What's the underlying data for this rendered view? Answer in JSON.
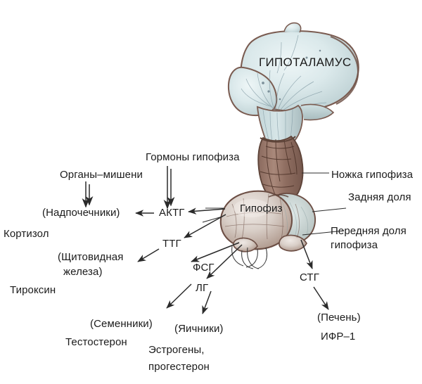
{
  "diagram": {
    "title_label": "ГИПОТАЛАМУС",
    "pituitary_label": "Гипофиз",
    "labels": {
      "pituitary_hormones": "Гормоны гипофиза",
      "target_organs": "Органы–мишени",
      "pituitary_stalk": "Ножка гипофиза",
      "posterior_lobe": "Задняя доля",
      "anterior_lobe_line1": "Передняя доля",
      "anterior_lobe_line2": "гипофиза"
    },
    "hormones": {
      "acth": "АКТГ",
      "tsh": "ТТГ",
      "fsh": "ФСГ",
      "lh": "ЛГ",
      "gh": "СТГ"
    },
    "targets": {
      "adrenals": "(Надпочечники)",
      "thyroid_line1": "(Щитовидная",
      "thyroid_line2": "железа)",
      "testes": "(Семенники)",
      "ovaries": "(Яичники)",
      "liver": "(Печень)"
    },
    "products": {
      "cortisol": "Кортизол",
      "thyroxine": "Тироксин",
      "testosterone": "Тестостерон",
      "estrogens_line1": "Эстрогены,",
      "estrogens_line2": "прогестерон",
      "igf1": "ИФР–1"
    },
    "colors": {
      "text": "#1b1b1b",
      "arrow": "#2a2a2a",
      "hypothalamus_fill": "#d8e6e8",
      "hypothalamus_edge": "#7d5f55",
      "stalk_fill": "#9c7b6e",
      "pituitary_fill": "#cfc4bd",
      "pituitary_edge": "#6d4f45",
      "background": "#ffffff"
    }
  }
}
